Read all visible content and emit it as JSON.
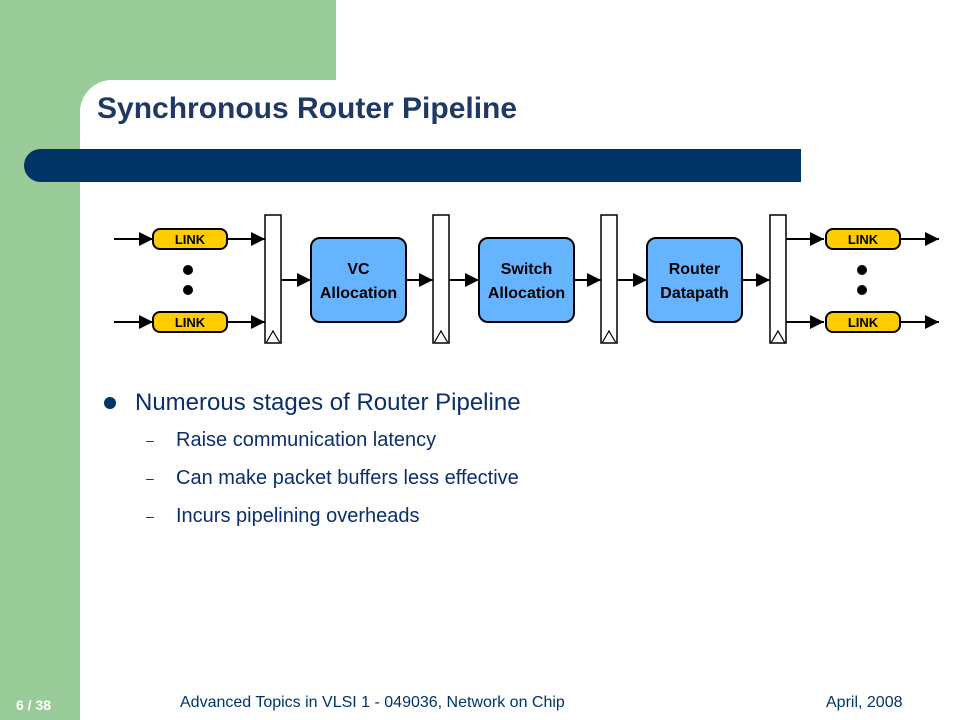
{
  "slide": {
    "title": "Synchronous Router Pipeline",
    "bullets": [
      {
        "text": "Numerous stages of Router Pipeline",
        "sub": [
          "Raise communication latency",
          "Can make packet buffers less effective",
          "Incurs pipelining overheads"
        ]
      }
    ],
    "sub_marker": "–"
  },
  "diagram": {
    "link_label": "LINK",
    "stages": [
      "VC Allocation",
      "Switch Allocation",
      "Router Datapath"
    ],
    "stage_lines": [
      [
        "VC",
        "Allocation"
      ],
      [
        "Switch",
        "Allocation"
      ],
      [
        "Router",
        "Datapath"
      ]
    ],
    "colors": {
      "link": "#ffcc00",
      "stage": "#66b3ff",
      "stroke": "#000000"
    }
  },
  "footer": {
    "page": "6 / 38",
    "course": "Advanced Topics in VLSI 1 - 049036, Network on Chip",
    "date": "April, 2008"
  }
}
